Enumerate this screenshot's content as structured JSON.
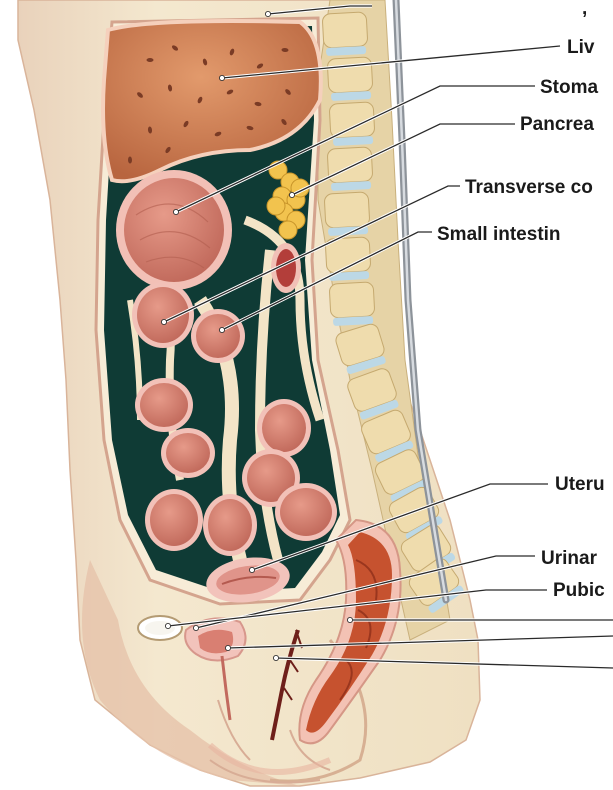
{
  "figure": {
    "labels": [
      {
        "id": "liver",
        "text": "Liv"
      },
      {
        "id": "stomach",
        "text": "Stoma"
      },
      {
        "id": "pancreas",
        "text": "Pancrea"
      },
      {
        "id": "transverse-colon",
        "text": "Transverse co"
      },
      {
        "id": "small-intestine",
        "text": "Small intestin"
      },
      {
        "id": "uterus",
        "text": "Uteru"
      },
      {
        "id": "urinary-bladder",
        "text": "Urinar"
      },
      {
        "id": "pubic",
        "text": "Pubic"
      }
    ],
    "colors": {
      "skin": "#f1e4c8",
      "skin_edge": "#dcb9a0",
      "cavity": "#0f3b35",
      "organ": "#d98574",
      "organ_dark": "#b95a4a",
      "organ_rim": "#f3c2ba",
      "liver": "#c9774f",
      "pancreas": "#f2c34e",
      "spine_bone": "#ecdcae",
      "spine_disc": "#bcd8e6",
      "cord": "#9aa0a6",
      "rectum": "#c6522f",
      "background": "#ffffff"
    }
  }
}
